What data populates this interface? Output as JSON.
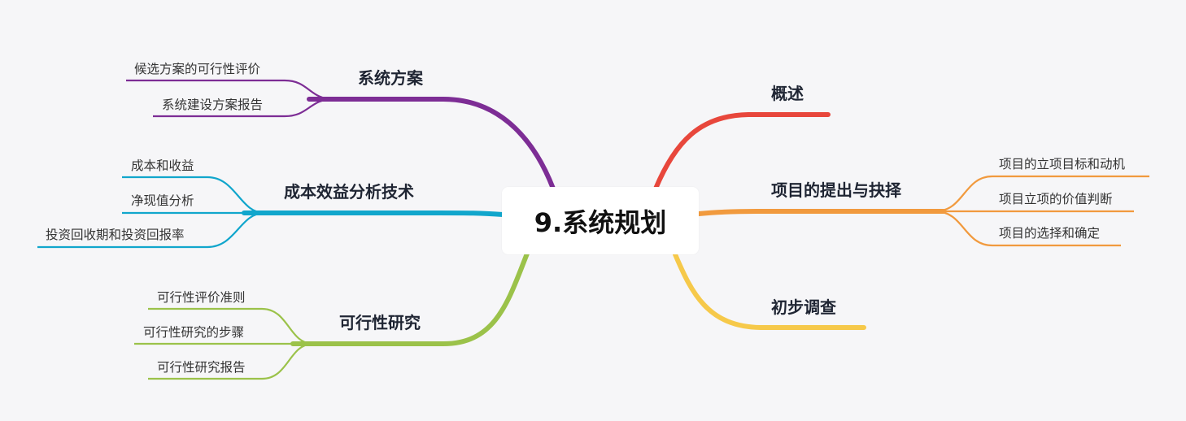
{
  "root": {
    "title": "9.系统规划"
  },
  "colors": {
    "purple": "#7d2d95",
    "blue": "#11a6cc",
    "green": "#9bc24a",
    "red": "#e8473c",
    "orange": "#f19a3e",
    "yellow": "#f6c94a"
  },
  "branches": {
    "b1": {
      "label": "系统方案",
      "children": [
        "候选方案的可行性评价",
        "系统建设方案报告"
      ]
    },
    "b2": {
      "label": "成本效益分析技术",
      "children": [
        "成本和收益",
        "净现值分析",
        "投资回收期和投资回报率"
      ]
    },
    "b3": {
      "label": "可行性研究",
      "children": [
        "可行性评价准则",
        "可行性研究的步骤",
        "可行性研究报告"
      ]
    },
    "b4": {
      "label": "概述",
      "children": []
    },
    "b5": {
      "label": "项目的提出与抉择",
      "children": [
        "项目的立项目标和动机",
        "项目立项的价值判断",
        "项目的选择和确定"
      ]
    },
    "b6": {
      "label": "初步调查",
      "children": []
    }
  }
}
